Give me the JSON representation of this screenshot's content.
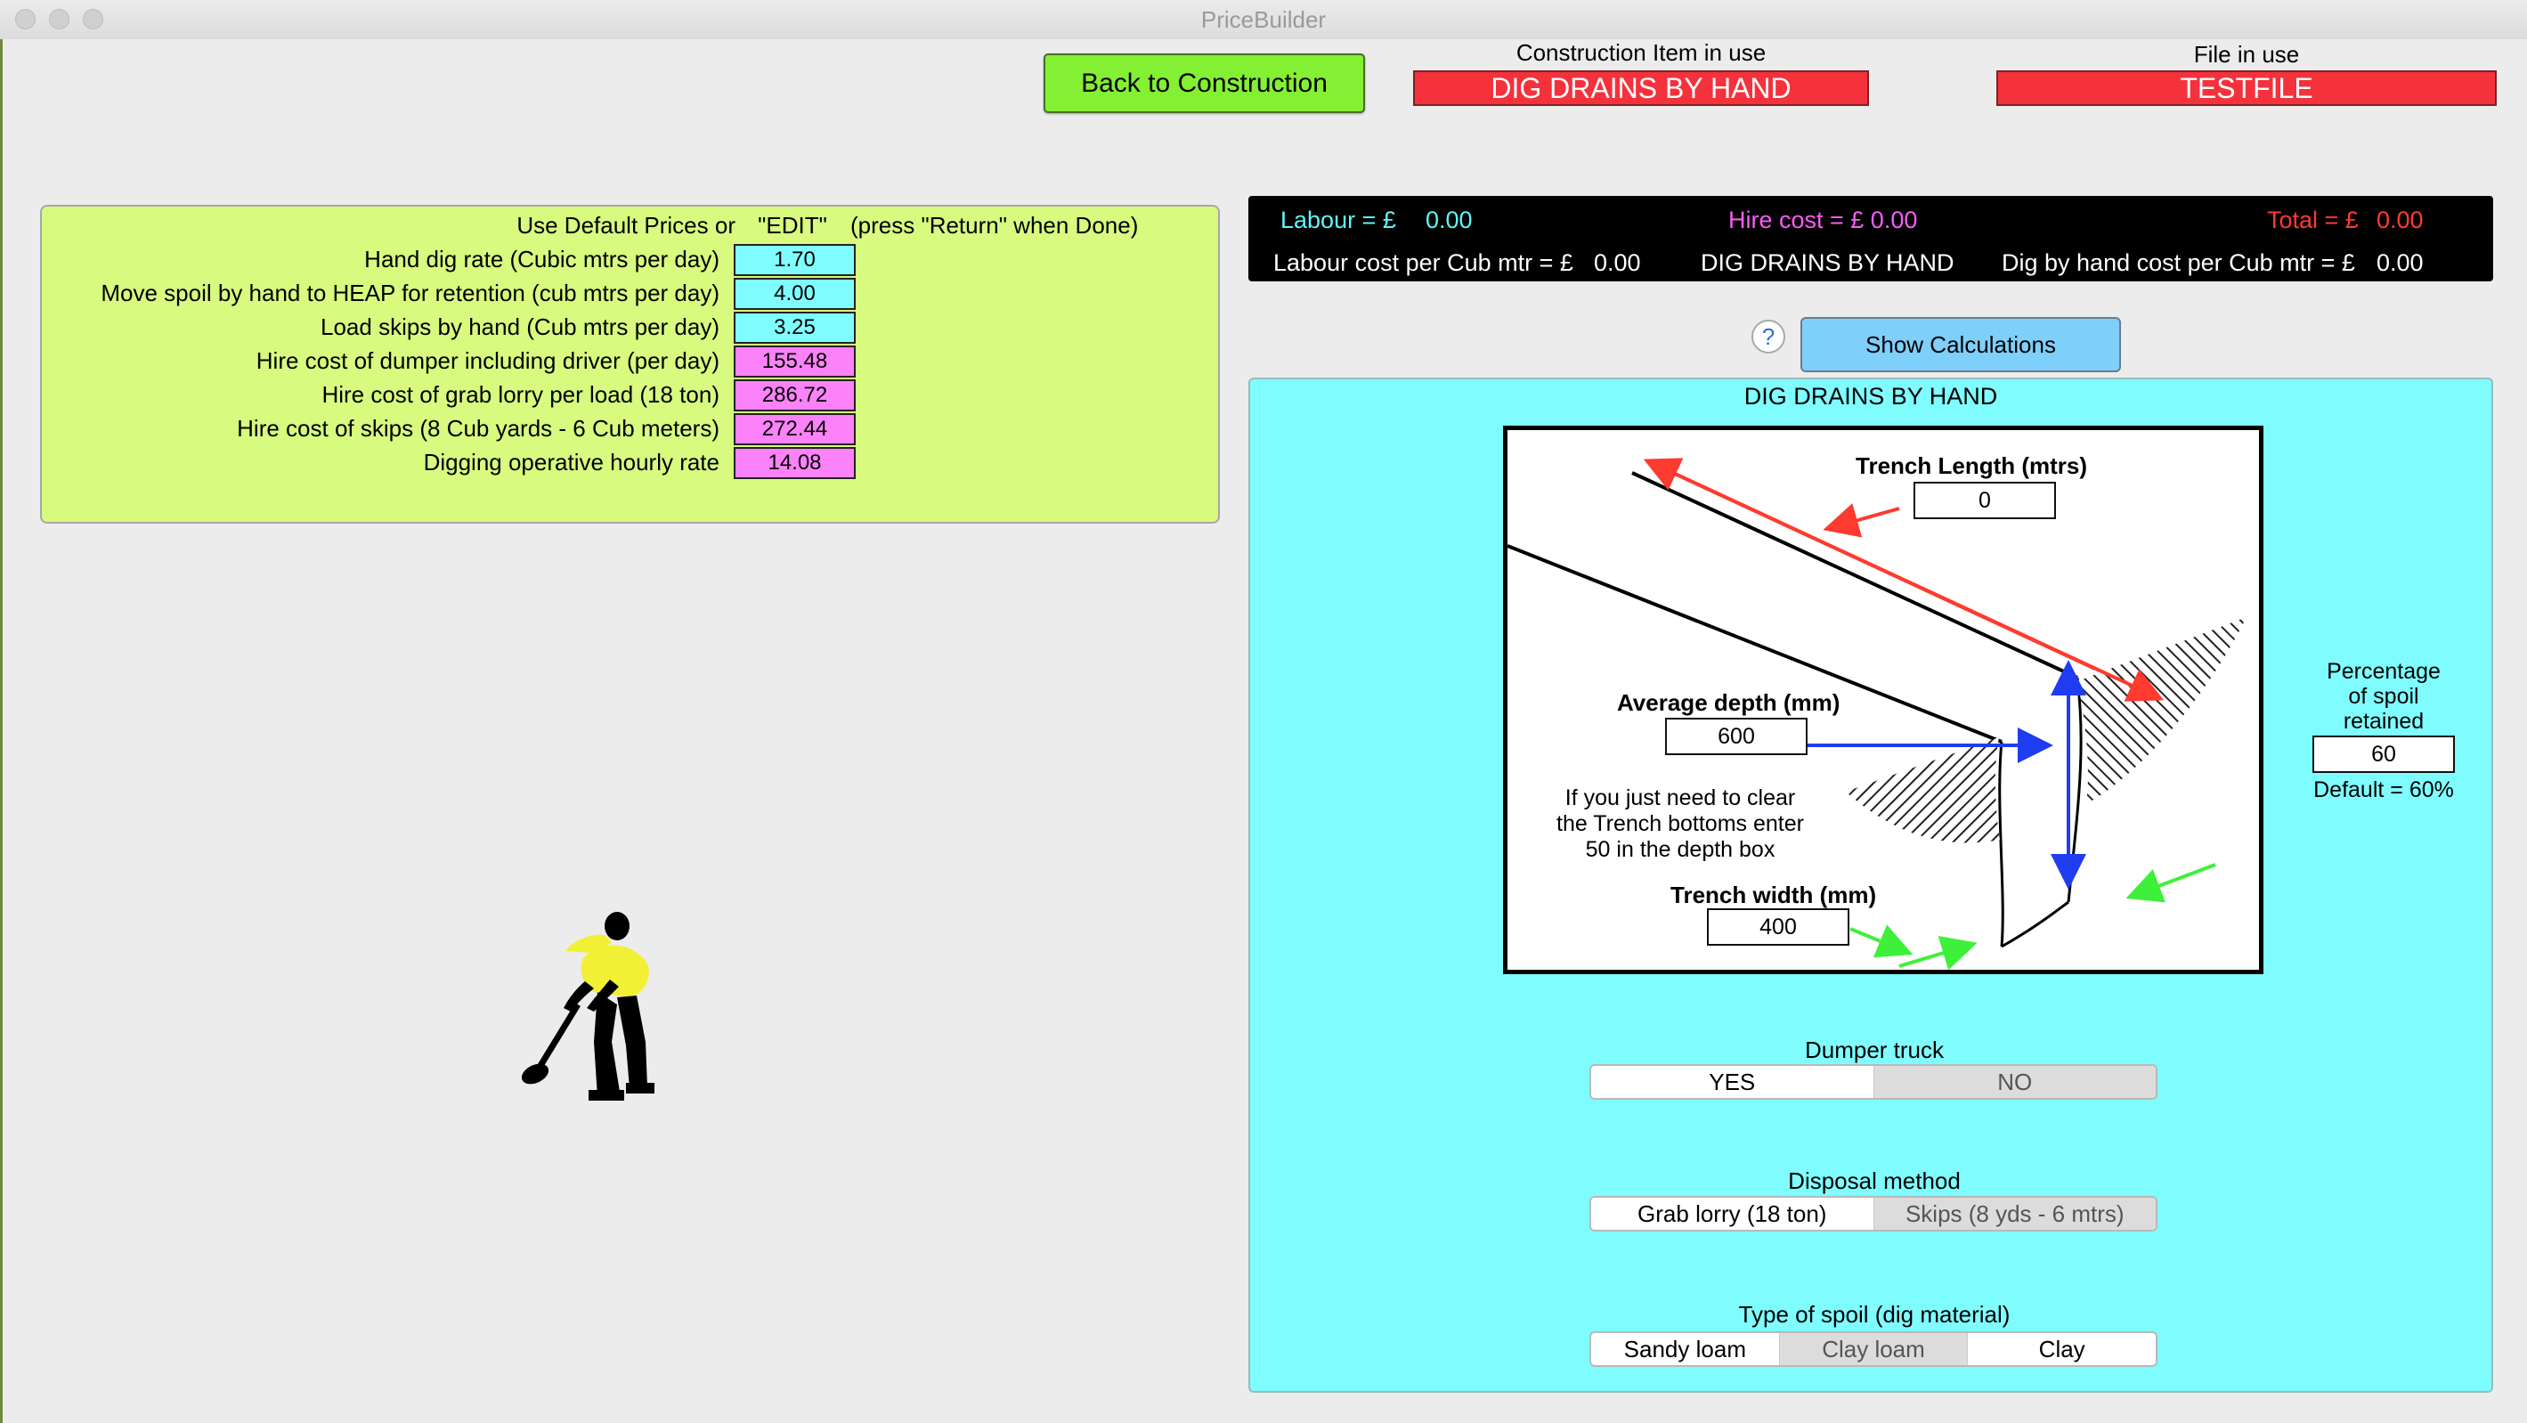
{
  "window": {
    "title": "PriceBuilder"
  },
  "header": {
    "back_button": "Back to Construction",
    "construction_label": "Construction Item in use",
    "construction_value": "DIG DRAINS BY HAND",
    "file_label": "File in use",
    "file_value": "TESTFILE"
  },
  "defaults": {
    "header_left": "Use Default Prices or",
    "header_edit": "\"EDIT\"",
    "header_note": "(press \"Return\" when Done)",
    "rows": [
      {
        "label": "Hand dig rate (Cubic mtrs per day)",
        "value": "1.70",
        "color": "#7ffcfe"
      },
      {
        "label": "Move spoil by hand to HEAP for retention (cub mtrs per day)",
        "value": "4.00",
        "color": "#7ffcfe"
      },
      {
        "label": "Load skips by hand (Cub mtrs per day)",
        "value": "3.25",
        "color": "#7ffcfe"
      },
      {
        "label": "Hire cost of dumper including driver (per day)",
        "value": "155.48",
        "color": "#fb82f8"
      },
      {
        "label": "Hire cost of grab lorry per load (18 ton)",
        "value": "286.72",
        "color": "#fb82f8"
      },
      {
        "label": "Hire cost of skips (8 Cub yards - 6 Cub meters)",
        "value": "272.44",
        "color": "#fb82f8"
      },
      {
        "label": "Digging operative hourly rate",
        "value": "14.08",
        "color": "#fb82f8"
      }
    ]
  },
  "summary": {
    "labour_label": "Labour = £",
    "labour_value": "0.00",
    "hire_label": "Hire cost = £ 0.00",
    "total_label": "Total = £",
    "total_value": "0.00",
    "labour_cost_label": "Labour cost per Cub mtr = £",
    "labour_cost_value": "0.00",
    "item_name": "DIG DRAINS BY HAND",
    "dig_cost_label": "Dig by hand cost per Cub mtr = £",
    "dig_cost_value": "0.00",
    "colors": {
      "labour": "#5ff6f9",
      "hire": "#fb5cf8",
      "total": "#ff3b30",
      "text": "#ffffff"
    }
  },
  "help_icon": "?",
  "show_calculations": "Show Calculations",
  "panel": {
    "title": "DIG DRAINS BY HAND",
    "trench_length_label": "Trench Length (mtrs)",
    "trench_length_value": "0",
    "avg_depth_label": "Average depth (mm)",
    "avg_depth_value": "600",
    "note_line1": "If you just need to clear",
    "note_line2": "the Trench bottoms enter",
    "note_line3": "50 in the depth box",
    "trench_width_label": "Trench width (mm)",
    "trench_width_value": "400",
    "percent_line1": "Percentage",
    "percent_line2": "of spoil",
    "percent_line3": "retained",
    "percent_value": "60",
    "percent_default": "Default = 60%",
    "dumper_label": "Dumper truck",
    "dumper_options": [
      "YES",
      "NO"
    ],
    "dumper_selected": "YES",
    "disposal_label": "Disposal method",
    "disposal_options": [
      "Grab lorry (18 ton)",
      "Skips (8 yds - 6 mtrs)"
    ],
    "disposal_selected": "Grab lorry (18 ton)",
    "spoil_label": "Type of spoil (dig material)",
    "spoil_options": [
      "Sandy loam",
      "Clay loam",
      "Clay"
    ],
    "spoil_selected": [
      "Sandy loam",
      "Clay"
    ]
  },
  "icons": [
    "digging-worker-icon",
    "help-icon",
    "trench-diagram"
  ]
}
